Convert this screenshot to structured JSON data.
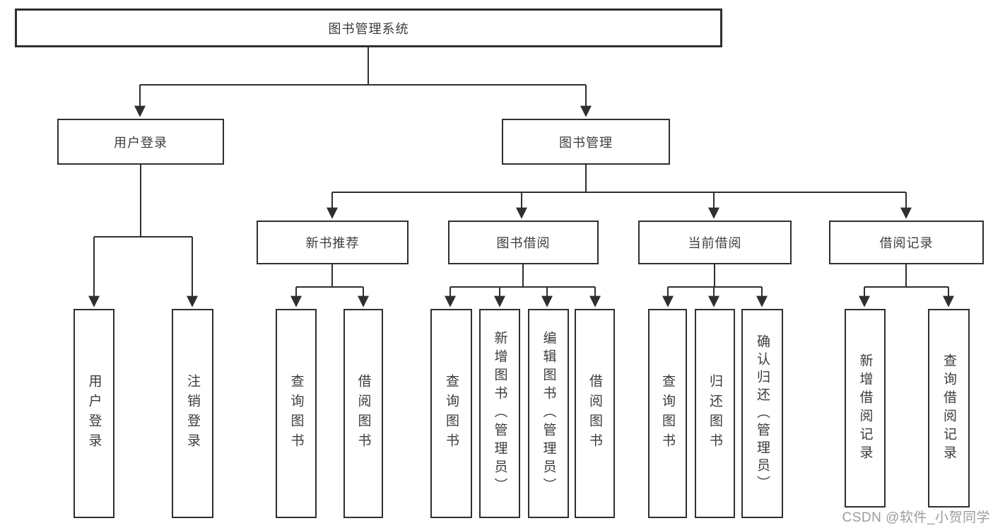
{
  "root": {
    "label": "图书管理系统"
  },
  "level2": {
    "user_login": {
      "label": "用户登录",
      "children": [
        "用户登录",
        "注销登录"
      ]
    },
    "book_management": {
      "label": "图书管理",
      "children": [
        "新书推荐",
        "图书借阅",
        "当前借阅",
        "借阅记录"
      ]
    }
  },
  "level3": {
    "new_book_recommend": {
      "label": "新书推荐",
      "children": [
        "查询图书",
        "借阅图书"
      ]
    },
    "book_borrowing": {
      "label": "图书借阅",
      "children": [
        "查询图书",
        "新增图书（管理员）",
        "编辑图书（管理员）",
        "借阅图书"
      ]
    },
    "current_borrowing": {
      "label": "当前借阅",
      "children": [
        "查询图书",
        "归还图书",
        "确认归还（管理员）"
      ]
    },
    "borrowing_records": {
      "label": "借阅记录",
      "children": [
        "新增借阅记录",
        "查询借阅记录"
      ]
    }
  },
  "watermark": "CSDN @软件_小贺同学",
  "colors": {
    "line": "#2f2f2f",
    "box_border": "#2f2f2f",
    "text": "#3c3c3c",
    "watermark": "#9b9ba3",
    "background": "#ffffff"
  }
}
